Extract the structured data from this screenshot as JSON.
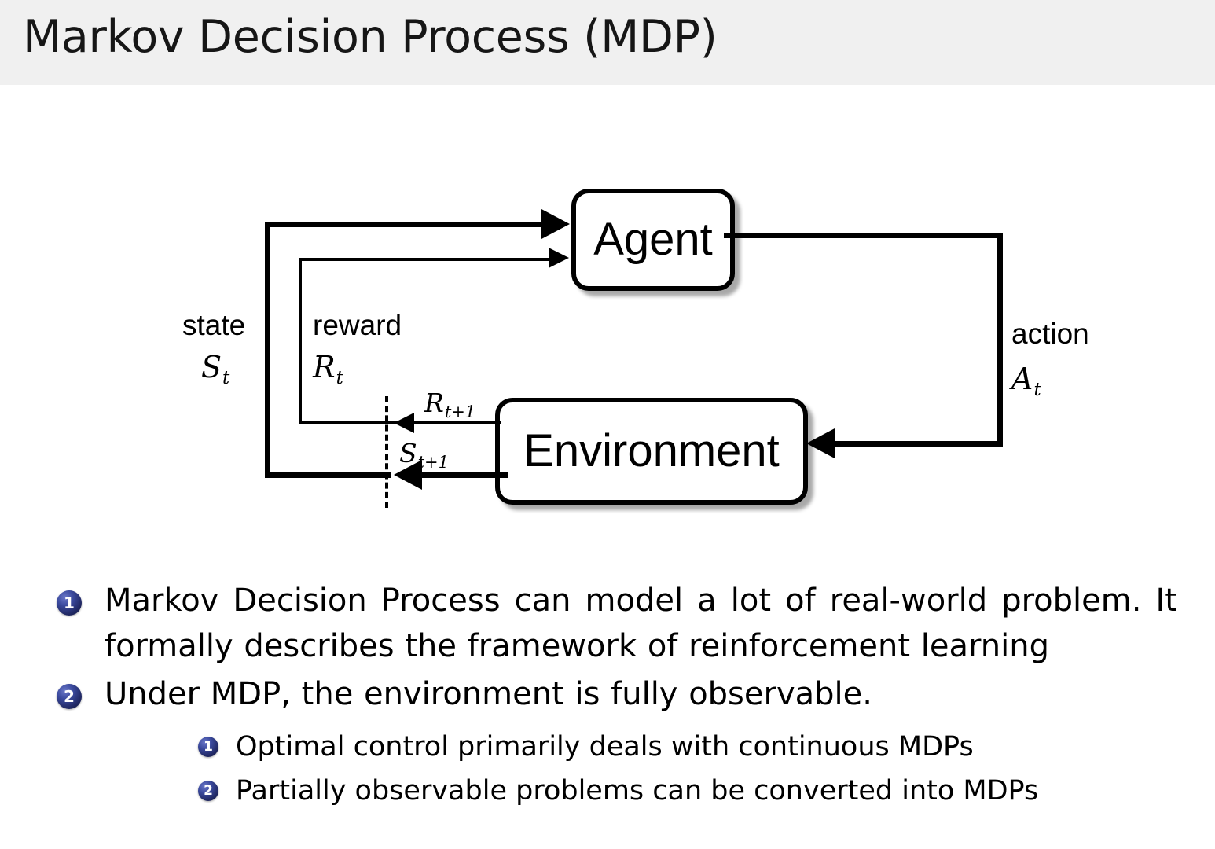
{
  "slide": {
    "title": "Markov Decision Process (MDP)"
  },
  "diagram": {
    "name": "agent-environment-interaction-loop",
    "nodes": {
      "agent": "Agent",
      "environment": "Environment"
    },
    "labels": {
      "state_word": "state",
      "state_symbol": "S",
      "state_sub": "t",
      "reward_word": "reward",
      "reward_symbol": "R",
      "reward_sub": "t",
      "action_word": "action",
      "action_symbol": "A",
      "action_sub": "t",
      "reward_next_symbol": "R",
      "reward_next_sub": "t+1",
      "state_next_symbol": "S",
      "state_next_sub": "t+1"
    }
  },
  "bullets": [
    {
      "number": "1",
      "text": "Markov Decision Process can model a lot of real-world problem. It formally describes the framework of reinforcement learning"
    },
    {
      "number": "2",
      "text": "Under MDP, the environment is fully observable.",
      "sub": [
        {
          "number": "1",
          "text": "Optimal control primarily deals with continuous MDPs"
        },
        {
          "number": "2",
          "text": "Partially observable problems can be converted into MDPs"
        }
      ]
    }
  ],
  "colors": {
    "header_background": "#f0f0f0",
    "body_background": "#ffffff",
    "text": "#000000",
    "bullet_badge": "#2a3573"
  }
}
